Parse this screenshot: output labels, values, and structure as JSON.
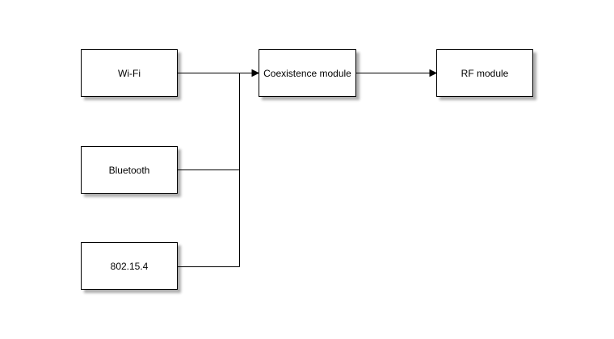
{
  "diagram": {
    "type": "block-diagram",
    "background_color": "#ffffff",
    "block_fill_color": "#ffffff",
    "block_border_color": "#000000",
    "line_color": "#000000",
    "text_color": "#000000",
    "blocks": [
      {
        "id": "wifi",
        "label": "Wi-Fi"
      },
      {
        "id": "bluetooth",
        "label": "Bluetooth"
      },
      {
        "id": "ieee-802-15-4",
        "label": "802.15.4"
      },
      {
        "id": "coexistence-module",
        "label": "Coexistence module"
      },
      {
        "id": "rf-module",
        "label": "RF module"
      }
    ],
    "connections": [
      {
        "from": "Wi-Fi",
        "to": "Coexistence module",
        "arrow": true
      },
      {
        "from": "Bluetooth",
        "to": "Coexistence module",
        "arrow": true
      },
      {
        "from": "802.15.4",
        "to": "Coexistence module",
        "arrow": true
      },
      {
        "from": "Coexistence module",
        "to": "RF module",
        "arrow": true
      }
    ]
  }
}
